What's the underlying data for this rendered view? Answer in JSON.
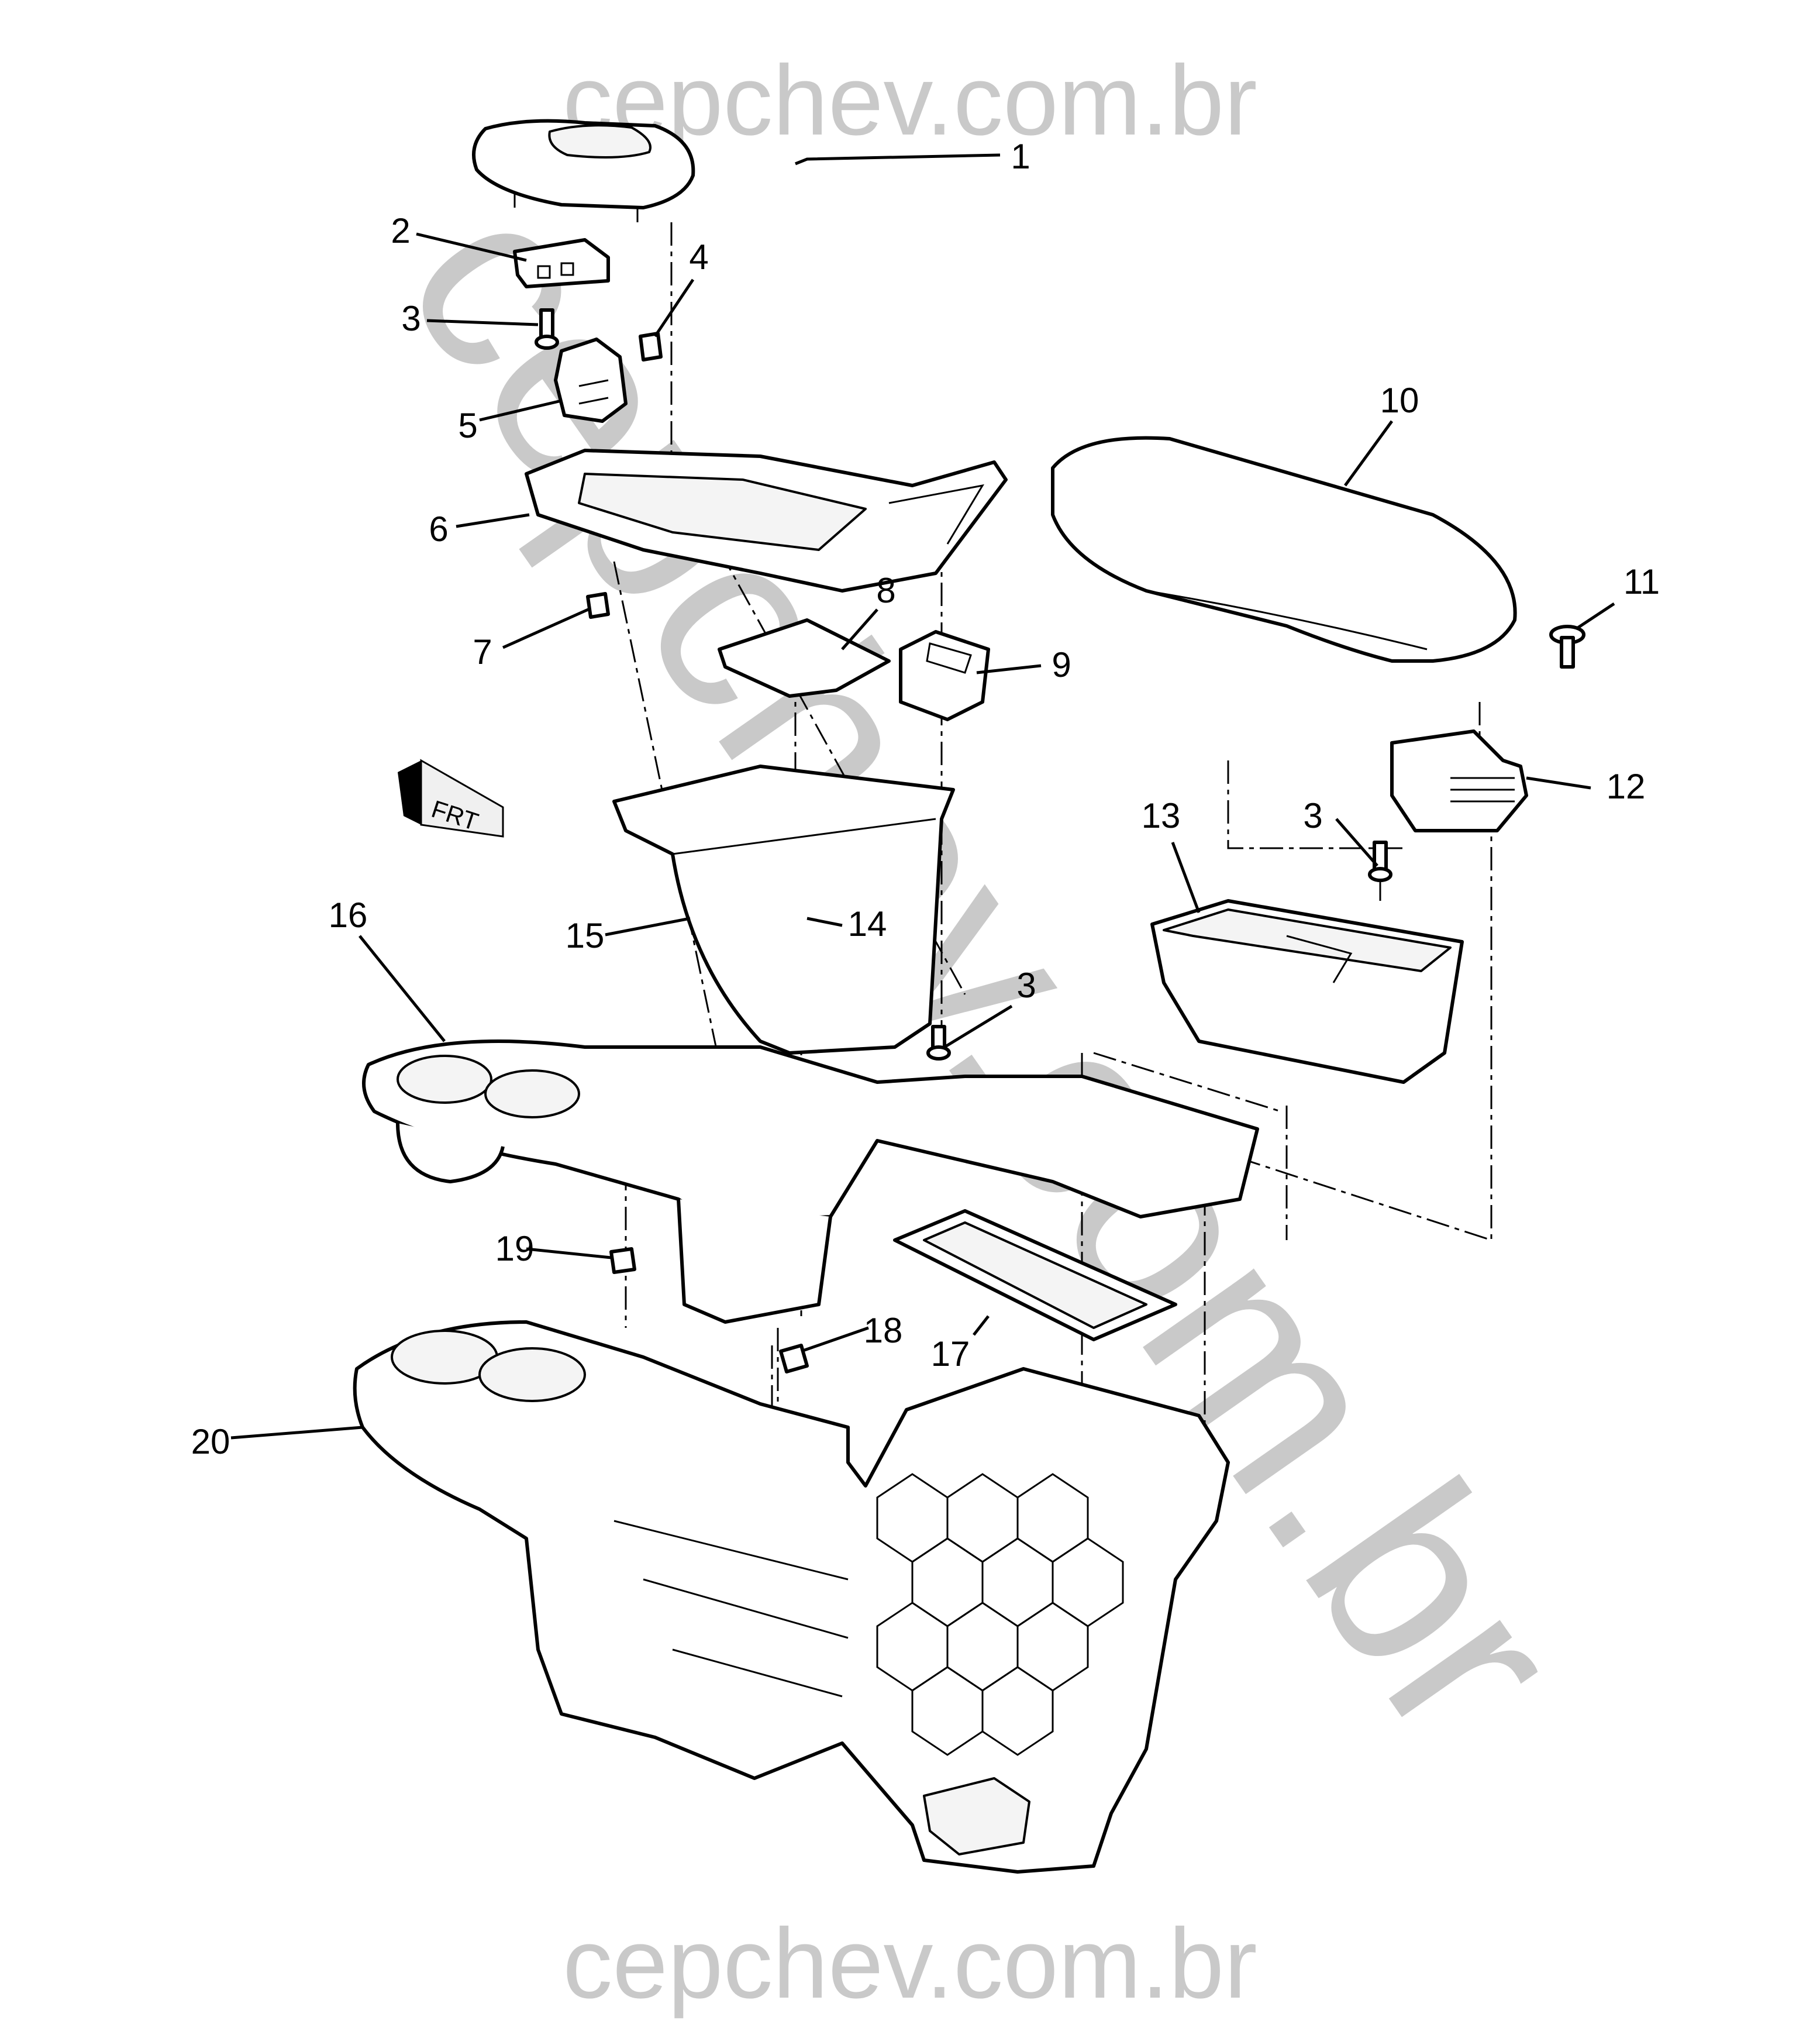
{
  "watermark": {
    "top": "cepchev.com.br",
    "diagonal": "cepchev.com.br",
    "bottom": "cepchev.com.br",
    "color": "#c9c9c9"
  },
  "orientation_marker": {
    "label": "FRT"
  },
  "callouts": {
    "c1": "1",
    "c2": "2",
    "c3a": "3",
    "c4": "4",
    "c5": "5",
    "c6": "6",
    "c7": "7",
    "c8": "8",
    "c9": "9",
    "c10": "10",
    "c11": "11",
    "c12": "12",
    "c3b": "3",
    "c13": "13",
    "c14": "14",
    "c15": "15",
    "c16": "16",
    "c3c": "3",
    "c17": "17",
    "c18": "18",
    "c19": "19",
    "c20": "20"
  }
}
